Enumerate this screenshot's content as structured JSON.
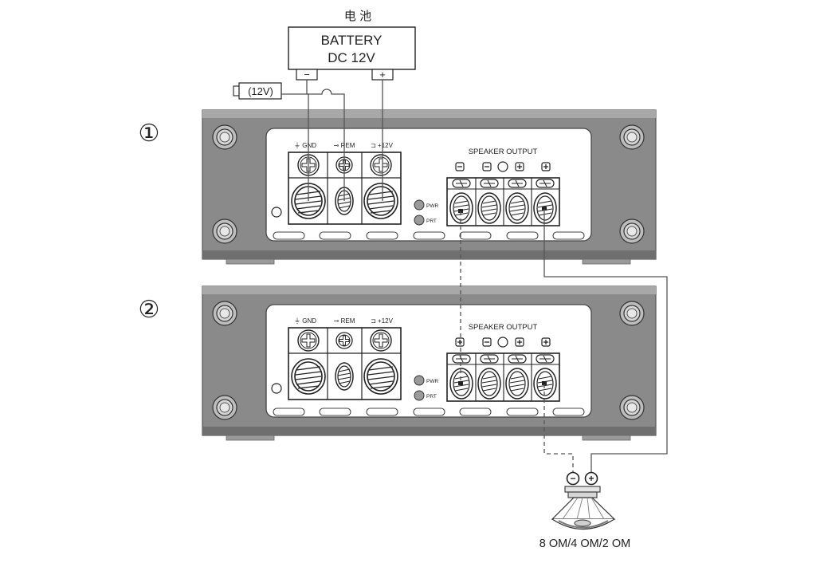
{
  "battery": {
    "caption": "电 池",
    "line1": "BATTERY",
    "line2": "DC 12V",
    "neg_symbol": "−",
    "pos_symbol": "+"
  },
  "remote_fuse": {
    "label": "(12V)"
  },
  "amps": [
    {
      "index": "①",
      "power": {
        "gnd": "GND",
        "rem": "REM",
        "v12": "+12V"
      },
      "leds": {
        "pwr": "PWR",
        "prt": "PRT"
      },
      "speaker": {
        "title": "SPEAKER OUTPUT"
      }
    },
    {
      "index": "②",
      "power": {
        "gnd": "GND",
        "rem": "REM",
        "v12": "+12V"
      },
      "leds": {
        "pwr": "PWR",
        "prt": "PRT"
      },
      "speaker": {
        "title": "SPEAKER OUTPUT"
      }
    }
  ],
  "speaker": {
    "impedance": "8 OM/4 OM/2 OM",
    "neg_symbol": "−",
    "pos_symbol": "+"
  },
  "colors": {
    "chassis": "#8a8a8a",
    "chassis_edge": "#555555",
    "panel": "#ffffff",
    "line": "#333333",
    "wire": "#555555",
    "led": "#9a9a9a"
  }
}
